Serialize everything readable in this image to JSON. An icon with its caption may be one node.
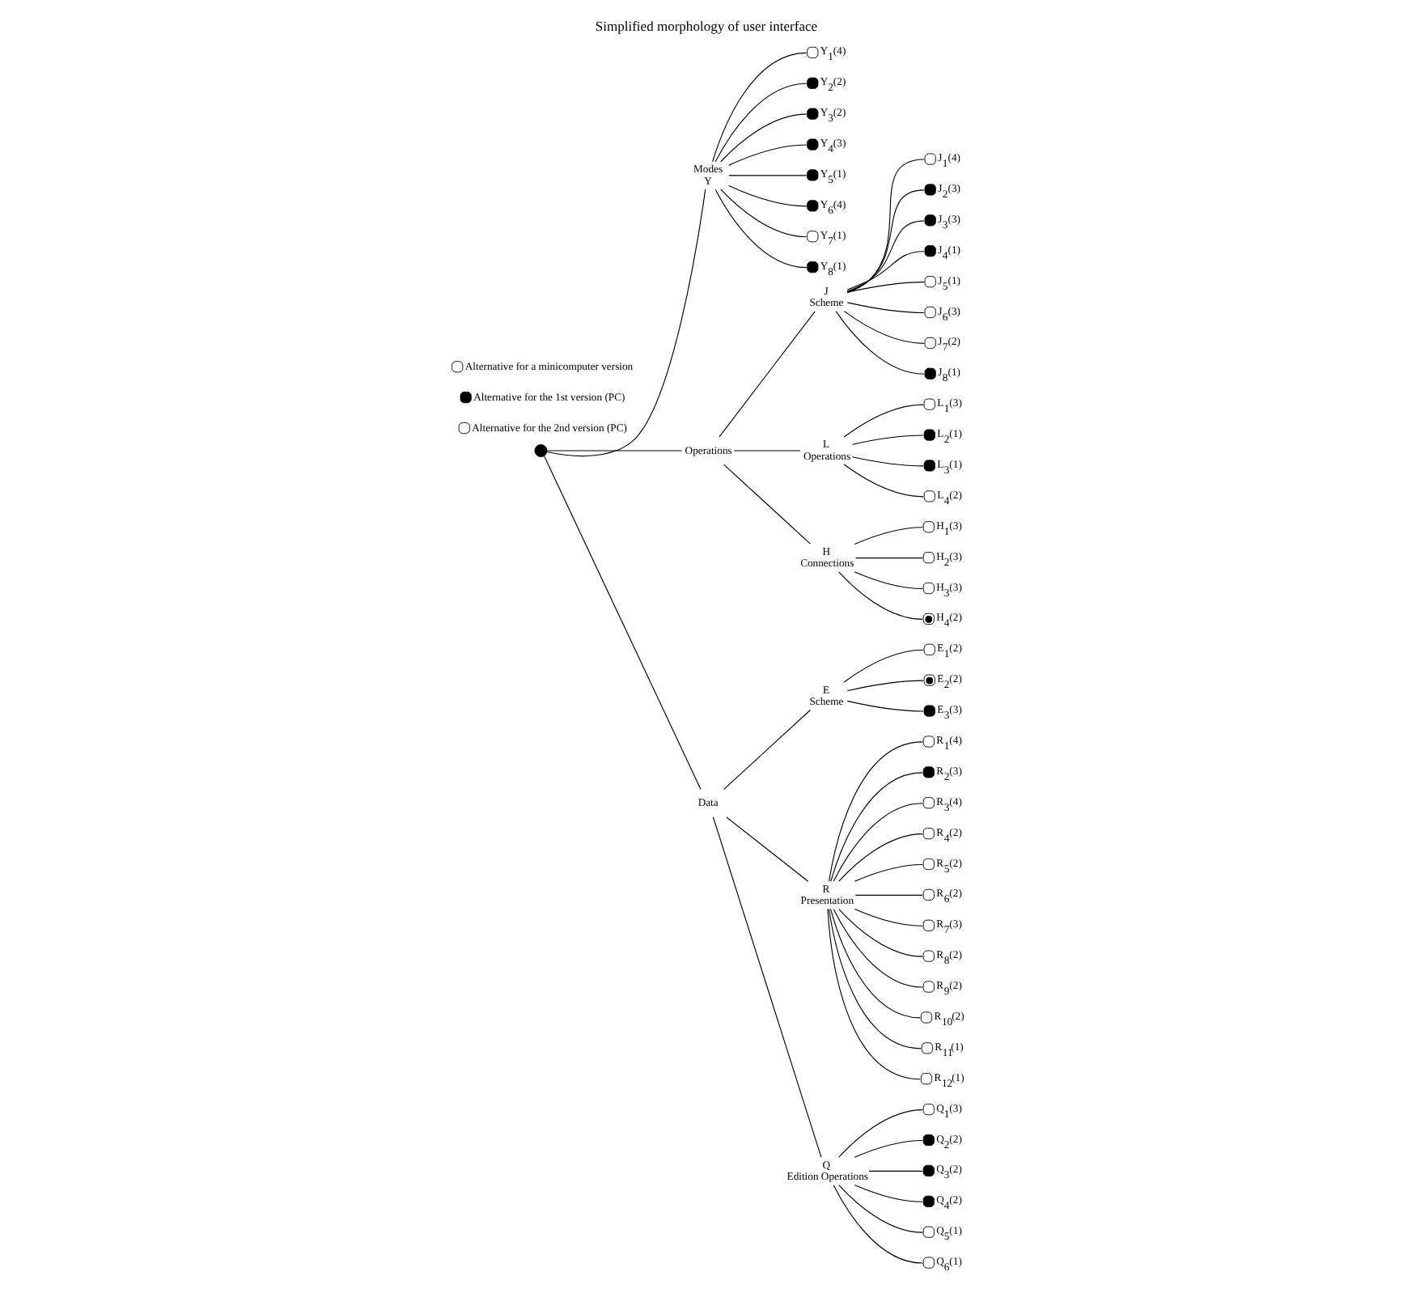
{
  "diagram": {
    "title": "Simplified morphology of user interface",
    "nodes": [
      {
        "text": [],
        "shape": "circle"
      },
      {
        "text": [
          "Modes",
          "Y"
        ]
      },
      {
        "text": [],
        "shape": "ring",
        "beside": [
          "Y$_{1}$(4)"
        ]
      },
      {
        "text": [],
        "shape": "dot",
        "beside": [
          "Y$_{2}$(2)"
        ]
      },
      {
        "text": [],
        "shape": "dot",
        "beside": [
          "Y$_{3}$(2)"
        ]
      },
      {
        "text": [],
        "shape": "dot",
        "beside": [
          "Y$_{4}$(3)"
        ]
      },
      {
        "text": [],
        "shape": "dot",
        "beside": [
          "Y$_{5}$(1)"
        ]
      },
      {
        "text": [],
        "shape": "dot",
        "beside": [
          "Y$_{6}$(4)"
        ]
      },
      {
        "text": [],
        "shape": "circle",
        "beside": [
          "Y$_{7}$(1)"
        ]
      },
      {
        "text": [],
        "shape": "dot",
        "beside": [
          "Y$_{8}$(1)"
        ]
      },
      {
        "text": [
          "Operations"
        ]
      },
      {
        "text": [
          "Data"
        ]
      },
      {
        "text": [
          "E",
          "Scheme"
        ]
      },
      {
        "text": [],
        "shape": "ring",
        "beside": [
          "E$_{1}$(2)"
        ]
      },
      {
        "text": [],
        "shape": "bullseye",
        "beside": [
          "E$_{2}$(2)"
        ]
      },
      {
        "text": [],
        "shape": "dot",
        "beside": [
          "E$_{3}$(3)"
        ]
      },
      {
        "text": [
          "R",
          "Presentation"
        ]
      },
      {
        "text": [],
        "shape": "ring",
        "beside": [
          "R$_{1}$(4)"
        ]
      },
      {
        "text": [],
        "shape": "dot",
        "beside": [
          "R$_{2}$(3)"
        ]
      },
      {
        "text": [],
        "shape": "circle",
        "beside": [
          "R$_{3}$(4)"
        ]
      },
      {
        "text": [],
        "shape": "circle",
        "beside": [
          "R$_{4}$(2)"
        ]
      },
      {
        "text": [],
        "shape": "circle",
        "beside": [
          "R$_{5}$(2)"
        ]
      },
      {
        "text": [],
        "shape": "circle",
        "beside": [
          "R$_{6}$(2)"
        ]
      },
      {
        "text": [],
        "shape": "circle",
        "beside": [
          "R$_{7}$(3)"
        ]
      },
      {
        "text": [],
        "shape": "circle",
        "beside": [
          "R$_{8}$(2)"
        ]
      },
      {
        "text": [],
        "shape": "circle",
        "beside": [
          "R$_{9}$(2)"
        ]
      },
      {
        "text": [],
        "shape": "circle",
        "beside": [
          "R$_{10}$(2)"
        ]
      },
      {
        "text": [],
        "shape": "circle",
        "beside": [
          "R$_{11}$(1)"
        ]
      },
      {
        "text": [],
        "shape": "circle",
        "beside": [
          "R$_{12}$(1)"
        ]
      },
      {
        "text": [
          "Q",
          "Edition Operations"
        ]
      },
      {
        "text": [],
        "shape": "ring",
        "beside": [
          "Q$_{1}$(3)"
        ]
      },
      {
        "text": [],
        "shape": "dot",
        "beside": [
          "Q$_{2}$(2)"
        ]
      },
      {
        "text": [],
        "shape": "dot",
        "beside": [
          "Q$_{3}$(2)"
        ]
      },
      {
        "text": [],
        "shape": "dot",
        "beside": [
          "Q$_{4}$(2)"
        ]
      },
      {
        "text": [],
        "shape": "circle",
        "beside": [
          "Q$_{5}$(1)"
        ]
      },
      {
        "text": [],
        "shape": "circle",
        "beside": [
          "Q$_{6}$(1)"
        ]
      },
      {
        "text": [
          "J",
          "Scheme"
        ]
      },
      {
        "text": [],
        "shape": "ring",
        "beside": [
          "J$_{1}$(4)"
        ]
      },
      {
        "text": [],
        "shape": "dot",
        "beside": [
          "J$_{2}$(3)"
        ]
      },
      {
        "text": [],
        "shape": "dot",
        "beside": [
          "J$_{3}$(3)"
        ]
      },
      {
        "text": [],
        "shape": "dot",
        "beside": [
          "J$_{4}$(1)"
        ]
      },
      {
        "text": [],
        "shape": "circle",
        "beside": [
          "J$_{5}$(1)"
        ]
      },
      {
        "text": [],
        "shape": "circle",
        "beside": [
          "J$_{6}$(3)"
        ]
      },
      {
        "text": [],
        "shape": "circle",
        "beside": [
          "J$_{7}$(2)"
        ]
      },
      {
        "text": [],
        "shape": "dot",
        "beside": [
          "J$_{8}$(1)"
        ]
      },
      {
        "text": [
          "L",
          "Operations"
        ]
      },
      {
        "text": [],
        "shape": "ring",
        "beside": [
          "L$_{1}$(3)"
        ]
      },
      {
        "text": [],
        "shape": "dot",
        "beside": [
          "L$_{2}$(1)"
        ]
      },
      {
        "text": [],
        "shape": "dot",
        "beside": [
          "L$_{3}$(1)"
        ]
      },
      {
        "text": [],
        "shape": "circle",
        "beside": [
          "L$_{4}$(2)"
        ]
      },
      {
        "text": [
          "H",
          "Connections"
        ]
      },
      {
        "text": [],
        "shape": "ring",
        "beside": [
          "H$_{1}$(3)"
        ]
      },
      {
        "text": [],
        "shape": "ring",
        "beside": [
          "H$_{2}$(3)"
        ]
      },
      {
        "text": [],
        "shape": "ring",
        "beside": [
          "H$_{3}$(3)"
        ]
      },
      {
        "text": [],
        "shape": "bullseye",
        "beside": [
          "H$_{4}$(2)"
        ]
      }
    ],
    "edges": [
      {
        "from": 0,
        "to": 1,
        "arrow": "none"
      },
      {
        "from": 0,
        "to": 10,
        "arrow": "none"
      },
      {
        "from": 0,
        "to": 11,
        "arrow": "none"
      },
      {
        "from": 1,
        "to": 2,
        "arrow": "none"
      },
      {
        "from": 1,
        "to": 3,
        "arrow": "none"
      },
      {
        "from": 1,
        "to": 4,
        "arrow": "none"
      },
      {
        "from": 1,
        "to": 5,
        "arrow": "none"
      },
      {
        "from": 1,
        "to": 6,
        "arrow": "none"
      },
      {
        "from": 1,
        "to": 7,
        "arrow": "none"
      },
      {
        "from": 1,
        "to": 8,
        "arrow": "none"
      },
      {
        "from": 1,
        "to": 9,
        "arrow": "none"
      },
      {
        "from": 10,
        "to": 36,
        "arrow": "none"
      },
      {
        "from": 10,
        "to": 45,
        "arrow": "none"
      },
      {
        "from": 10,
        "to": 50,
        "arrow": "none"
      },
      {
        "from": 11,
        "to": 12,
        "arrow": "none"
      },
      {
        "from": 11,
        "to": 16,
        "arrow": "none"
      },
      {
        "from": 11,
        "to": 29,
        "arrow": "none"
      },
      {
        "from": 12,
        "to": 13,
        "arrow": "none"
      },
      {
        "from": 12,
        "to": 14,
        "arrow": "none"
      },
      {
        "from": 12,
        "to": 15,
        "arrow": "none"
      },
      {
        "from": 16,
        "to": 17,
        "arrow": "none"
      },
      {
        "from": 16,
        "to": 18,
        "arrow": "none"
      },
      {
        "from": 16,
        "to": 19,
        "arrow": "none"
      },
      {
        "from": 16,
        "to": 20,
        "arrow": "none"
      },
      {
        "from": 16,
        "to": 21,
        "arrow": "none"
      },
      {
        "from": 16,
        "to": 22,
        "arrow": "none"
      },
      {
        "from": 16,
        "to": 23,
        "arrow": "none"
      },
      {
        "from": 16,
        "to": 24,
        "arrow": "none"
      },
      {
        "from": 16,
        "to": 25,
        "arrow": "none"
      },
      {
        "from": 16,
        "to": 26,
        "arrow": "none"
      },
      {
        "from": 16,
        "to": 27,
        "arrow": "none"
      },
      {
        "from": 16,
        "to": 28,
        "arrow": "none"
      },
      {
        "from": 29,
        "to": 30,
        "arrow": "none"
      },
      {
        "from": 29,
        "to": 31,
        "arrow": "none"
      },
      {
        "from": 29,
        "to": 32,
        "arrow": "none"
      },
      {
        "from": 29,
        "to": 33,
        "arrow": "none"
      },
      {
        "from": 29,
        "to": 34,
        "arrow": "none"
      },
      {
        "from": 29,
        "to": 35,
        "arrow": "none"
      },
      {
        "from": 36,
        "to": 37,
        "arrow": "none"
      },
      {
        "from": 36,
        "to": 38,
        "arrow": "none"
      },
      {
        "from": 36,
        "to": 39,
        "arrow": "none"
      },
      {
        "from": 36,
        "to": 40,
        "arrow": "none"
      },
      {
        "from": 36,
        "to": 41,
        "arrow": "none"
      },
      {
        "from": 36,
        "to": 42,
        "arrow": "none"
      },
      {
        "from": 36,
        "to": 43,
        "arrow": "none"
      },
      {
        "from": 36,
        "to": 44,
        "arrow": "none"
      },
      {
        "from": 45,
        "to": 46,
        "arrow": "none"
      },
      {
        "from": 45,
        "to": 47,
        "arrow": "none"
      },
      {
        "from": 45,
        "to": 48,
        "arrow": "none"
      },
      {
        "from": 45,
        "to": 49,
        "arrow": "none"
      },
      {
        "from": 50,
        "to": 51,
        "arrow": "none"
      },
      {
        "from": 50,
        "to": 52,
        "arrow": "none"
      },
      {
        "from": 50,
        "to": 53,
        "arrow": "none"
      },
      {
        "from": 50,
        "to": 54,
        "arrow": "none"
      }
    ],
    "legend": [
      {
        "text": "Alternative for a minicomputer version"
      },
      {
        "text": "Alternative for the 1st version (PC)"
      },
      {
        "text": "Alternative for the 2nd version (PC)"
      }
    ]
  }
}
